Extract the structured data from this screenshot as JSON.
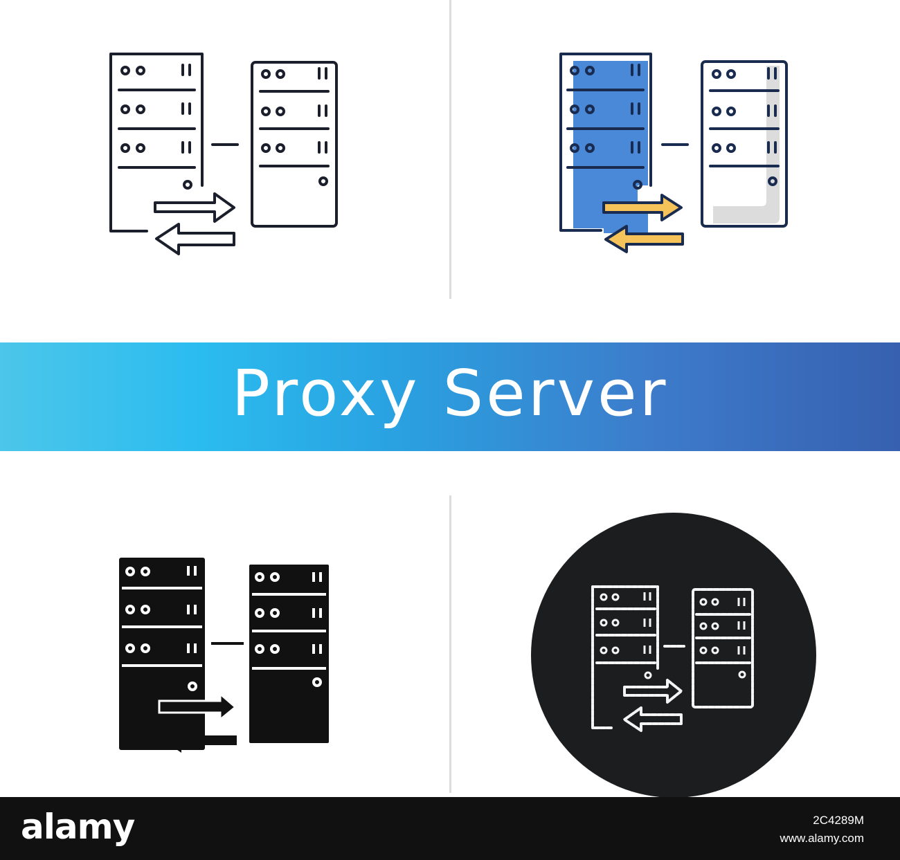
{
  "banner": {
    "title": "Proxy Server"
  },
  "footer": {
    "logo": "alamy",
    "image_id": "2C4289M",
    "url": "www.alamy.com"
  },
  "watermark": "alamy",
  "colors": {
    "outline": "#1a1f2b",
    "accent_blue": "#4a89d8",
    "accent_yellow": "#f6c25a",
    "accent_grey": "#dcdcdc",
    "chalk_bg": "#1c1d1f",
    "chalk_line": "#ffffff"
  },
  "icons": [
    {
      "name": "linear-style"
    },
    {
      "name": "color-style"
    },
    {
      "name": "glyph-style"
    },
    {
      "name": "chalk-style"
    }
  ]
}
